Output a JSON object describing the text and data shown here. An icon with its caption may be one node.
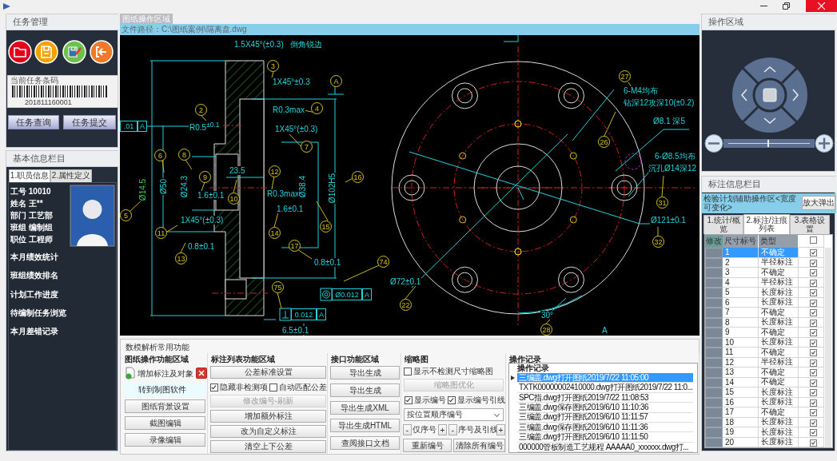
{
  "diagram": {
    "nodes": [
      {
        "text": [
          "任务管理",
          "当前任务条码",
          "201811160001",
          "任务查询",
          "任务提交"
        ]
      },
      {
        "text": [
          "基本信息栏目",
          "1.职员信息",
          "2.属性定义",
          "工号 10010",
          "姓名 王**",
          "部门 工艺部",
          "班组 编制组",
          "职位 工程师",
          "本月绩效统计",
          "班组绩效排名",
          "计划工作进度",
          "待编制任务浏览",
          "本月差错记录"
        ]
      },
      {
        "text": [
          "图纸操作区域",
          "文件路径：C:\\图纸案例\\隔离盘.dwg"
        ]
      },
      {
        "text": [
          "数模解析常用功能"
        ]
      },
      {
        "text": [
          "图纸操作功能区域",
          "增加标注及对象",
          "转到制图软件",
          "图纸背景设置",
          "截图编辑",
          "录像编辑"
        ],
        "in": 3
      },
      {
        "text": [
          "标注列表功能区域",
          "公差标准设置",
          "隐藏非检测项",
          "自动匹配公差",
          "修改编号-刷新",
          "增加额外标注",
          "改为自定义标注",
          "清空上下公差"
        ],
        "in": 3
      },
      {
        "text": [
          "接口功能区域",
          "导出生成",
          "导出生成",
          "导出生成XML",
          "导出生成HTML",
          "查阅接口文档"
        ],
        "in": 3
      },
      {
        "text": [
          "缩略图",
          "显示不检测尺寸缩略图",
          "缩略图优化",
          "显示编号",
          "显示编号引线",
          "按位置顺序编号",
          "-",
          "仅序号",
          "+",
          "-",
          "序号及引线",
          "+",
          "重新编号",
          "清除所有编号"
        ],
        "in": 3
      },
      {
        "text": [
          "操作记录",
          "操作记录",
          "三编盖.dwg打开图纸2019/7/22 11:05:00",
          "TXTK00000002410000.dwg打开图纸2019/7/22 11:0...",
          "SPC指.dwg打开图纸2019/7/22 11:08:53",
          "三编盖.dwg保存图纸2019/6/10 11:10:36",
          "三编盖.dwg打开图纸2019/6/10 11:11:57",
          "三编盖.dwg保存图纸2019/6/10 11:11:36",
          "三编盖.dwg打开图纸2019/6/10 11:11:50",
          "000000管板制造工艺规程 AAAAA0_xxxxxx.dwg打..."
        ],
        "in": 3
      },
      {
        "text": [
          "操作区域"
        ]
      },
      {
        "text": [
          "标注信息栏目",
          "检验计划辅助操作区<宽度可变化>",
          "放大弹出",
          "1.统计/概览",
          "2.标注/注痕列表",
          "3.表格设置",
          "修改",
          "尺寸标号",
          "类型",
          "1",
          "不确定",
          "2",
          "半径标注",
          "3",
          "不确定",
          "4",
          "半径标注",
          "5",
          "长度标注",
          "6",
          "长度标注",
          "7",
          "不确定",
          "8",
          "长度标注",
          "9",
          "不确定",
          "10",
          "长度标注",
          "11",
          "不确定",
          "12",
          "半径标注",
          "13",
          "不确定",
          "14",
          "不确定",
          "15",
          "长度标注",
          "16",
          "长度标注",
          "17",
          "不确定",
          "18",
          "长度标注",
          "19",
          "长度标注",
          "20",
          "长度标注"
        ]
      }
    ],
    "labels": [
      "1.5X45°(±0.3)",
      "倒角锐边",
      "3",
      "1X45°±0.3",
      "A",
      "R0.3max",
      "4",
      ".01",
      "A",
      "2",
      "R0.5$^{±0.1}$",
      "1X45°(±0.3)",
      "7",
      "6",
      "8",
      "Ø14.5",
      "Ø50",
      "Ø24.3",
      "9",
      "1.6±0.1",
      "23.5",
      "10",
      "12",
      "R0.3max",
      "Ø38.4",
      "16",
      "Ø102H5",
      "5",
      "1X45°(±0.3)",
      "11",
      "1.6±0.1",
      "15",
      "14",
      "0.8±0.1",
      "13",
      "17",
      "0.8±0.1",
      "74",
      "Ø0.012",
      "A",
      "75",
      "0.012",
      "A",
      "6.5±0.1",
      "27",
      "6-M4均布",
      "钻深12攻深10(±0.2)",
      "26",
      "Ø8.1 深5",
      "6-Ø8.5均布",
      "沉孔Ø14深12",
      "31",
      "Ø121±0.1",
      "32",
      "Ø72±0.1",
      "22",
      "30°",
      "28",
      "A"
    ]
  }
}
